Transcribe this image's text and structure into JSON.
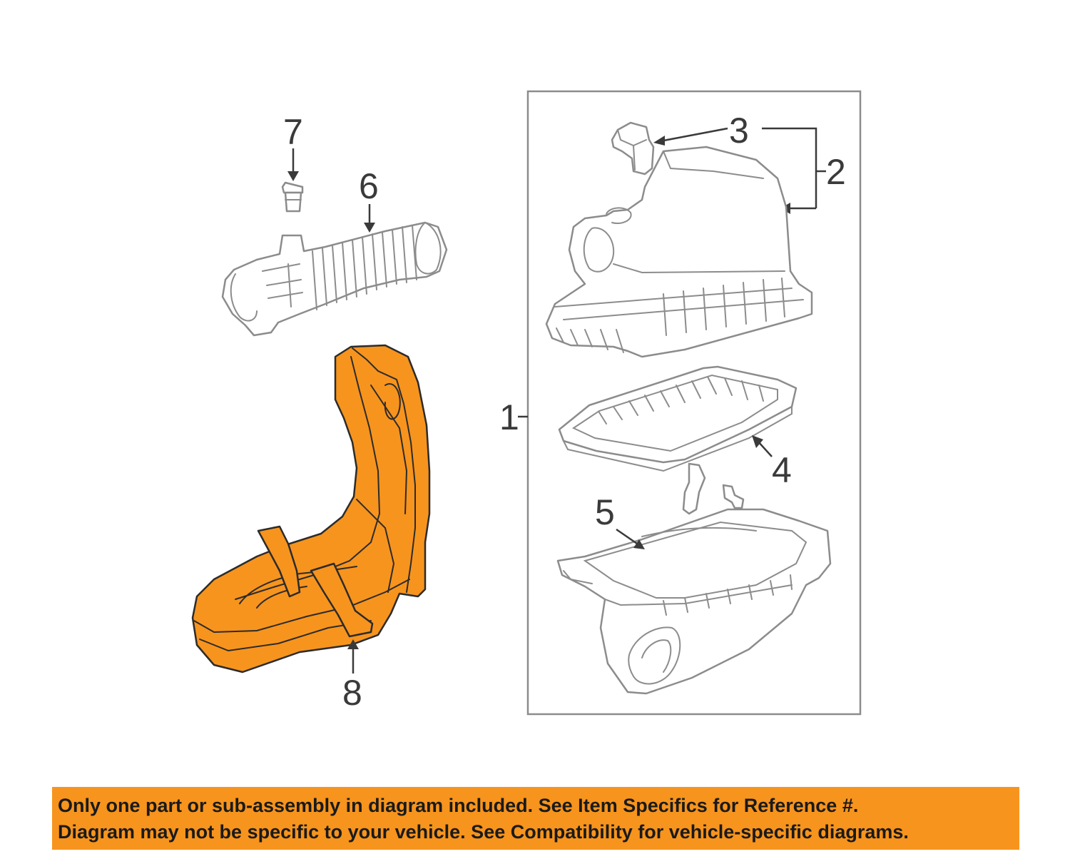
{
  "callouts": {
    "c1": "1",
    "c2": "2",
    "c3": "3",
    "c4": "4",
    "c5": "5",
    "c6": "6",
    "c7": "7",
    "c8": "8"
  },
  "disclaimer": {
    "line1": "Only one part or sub-assembly in diagram included. See Item Specifics for Reference #.",
    "line2": "Diagram may not be specific to your vehicle. See Compatibility for vehicle-specific diagrams."
  },
  "colors": {
    "highlight": "#f7941d",
    "outline": "#8c8c8c",
    "text": "#3a3a3a"
  }
}
